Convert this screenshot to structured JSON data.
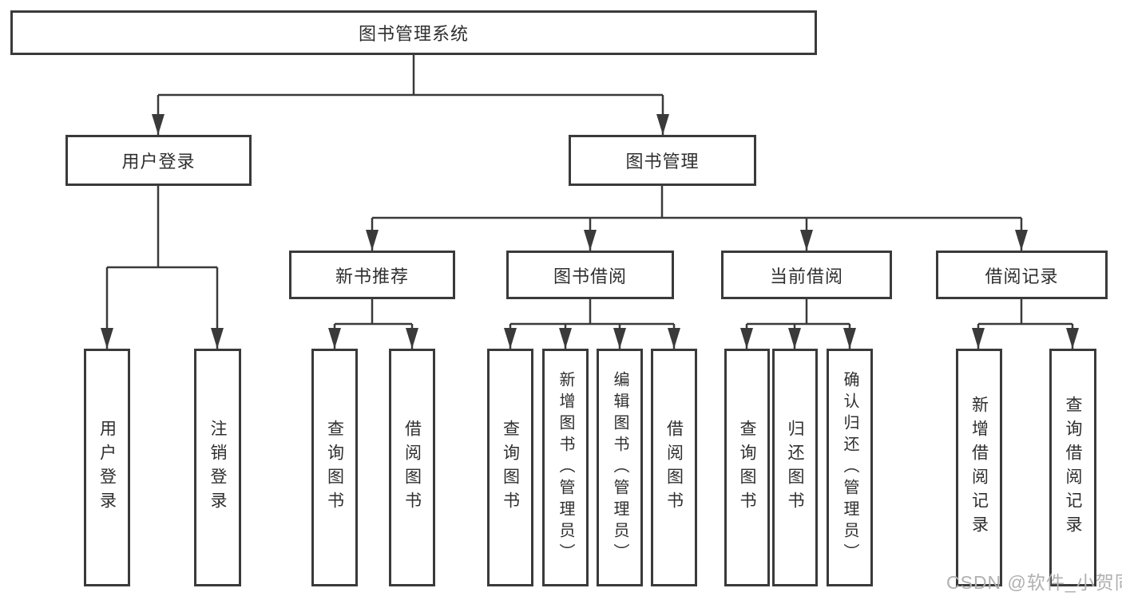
{
  "diagram": {
    "title": "图书管理系统",
    "nodes": [
      {
        "id": "root",
        "label": "图书管理系统"
      },
      {
        "id": "user-login",
        "label": "用户登录"
      },
      {
        "id": "book-mgmt",
        "label": "图书管理"
      },
      {
        "id": "new-book-rec",
        "label": "新书推荐"
      },
      {
        "id": "book-borrow",
        "label": "图书借阅"
      },
      {
        "id": "current-borrow",
        "label": "当前借阅"
      },
      {
        "id": "borrow-records",
        "label": "借阅记录"
      },
      {
        "id": "leaf-user-login",
        "label": "用户登录"
      },
      {
        "id": "leaf-logout-login",
        "label": "注销登录"
      },
      {
        "id": "leaf-query-books-a",
        "label": "查询图书"
      },
      {
        "id": "leaf-borrow-books-a",
        "label": "借阅图书"
      },
      {
        "id": "leaf-query-books-b",
        "label": "查询图书"
      },
      {
        "id": "leaf-add-book-admin",
        "label": "新增图书（管理员）"
      },
      {
        "id": "leaf-edit-book-admin",
        "label": "编辑图书（管理员）"
      },
      {
        "id": "leaf-borrow-books-b",
        "label": "借阅图书"
      },
      {
        "id": "leaf-query-books-c",
        "label": "查询图书"
      },
      {
        "id": "leaf-return-books",
        "label": "归还图书"
      },
      {
        "id": "leaf-confirm-return-admin",
        "label": "确认归还（管理员）"
      },
      {
        "id": "leaf-add-borrow-record",
        "label": "新增借阅记录"
      },
      {
        "id": "leaf-query-borrow-record",
        "label": "查询借阅记录"
      }
    ],
    "hierarchy": {
      "root": [
        "user-login",
        "book-mgmt"
      ],
      "user-login": [
        "leaf-user-login",
        "leaf-logout-login"
      ],
      "book-mgmt": [
        "new-book-rec",
        "book-borrow",
        "current-borrow",
        "borrow-records"
      ],
      "new-book-rec": [
        "leaf-query-books-a",
        "leaf-borrow-books-a"
      ],
      "book-borrow": [
        "leaf-query-books-b",
        "leaf-add-book-admin",
        "leaf-edit-book-admin",
        "leaf-borrow-books-b"
      ],
      "current-borrow": [
        "leaf-query-books-c",
        "leaf-return-books",
        "leaf-confirm-return-admin"
      ],
      "borrow-records": [
        "leaf-add-borrow-record",
        "leaf-query-borrow-record"
      ]
    }
  },
  "watermark": {
    "text": "CSDN @软件_小贺同学"
  },
  "colors": {
    "line": "#3a3a3a",
    "text": "#2f2f2f",
    "watermark": "#b0b0b0",
    "background": "#ffffff"
  }
}
